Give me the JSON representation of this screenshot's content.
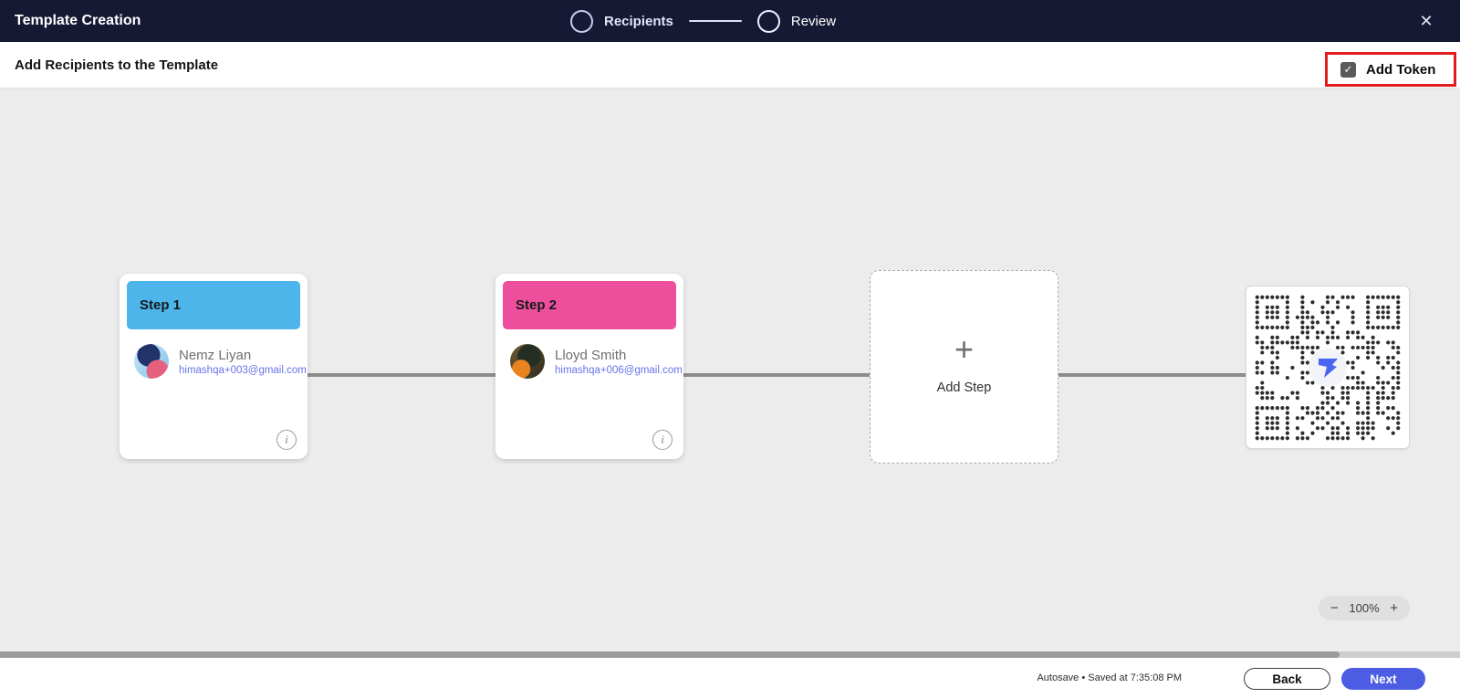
{
  "header": {
    "title": "Template Creation",
    "stepper": {
      "steps": [
        {
          "label": "Recipients",
          "active": true
        },
        {
          "label": "Review",
          "active": false
        }
      ]
    }
  },
  "subheader": {
    "title": "Add Recipients to the Template",
    "add_token": {
      "label": "Add Token",
      "checked": true
    }
  },
  "canvas": {
    "nodes": [
      {
        "type": "step",
        "title": "Step 1",
        "header_color": "#4db5e9",
        "recipient": {
          "name": "Nemz Liyan",
          "email": "himashqa+003@gmail.com"
        }
      },
      {
        "type": "step",
        "title": "Step 2",
        "header_color": "#ee4f9c",
        "recipient": {
          "name": "Lloyd Smith",
          "email": "himashqa+006@gmail.com"
        }
      }
    ],
    "add_step": {
      "label": "Add Step"
    },
    "zoom_control": {
      "minus": "−",
      "level": "100%",
      "plus": "+"
    }
  },
  "footer": {
    "autosave_status": "Autosave • Saved at 7:35:08 PM",
    "back_label": "Back",
    "next_label": "Next"
  },
  "icons": {
    "close": "✕",
    "check": "✓",
    "info": "i",
    "plus": "+"
  },
  "colors": {
    "topbar_bg": "#161934",
    "canvas_bg": "#ececec",
    "step1_header": "#4db5e9",
    "step2_header": "#ee4f9c",
    "email_link": "#6673e8",
    "highlight_red": "#e11d1d",
    "primary_blue": "#4c5de4",
    "qr_dot": "#2e2e2e",
    "qr_logo_blue": "#4a66ee"
  }
}
